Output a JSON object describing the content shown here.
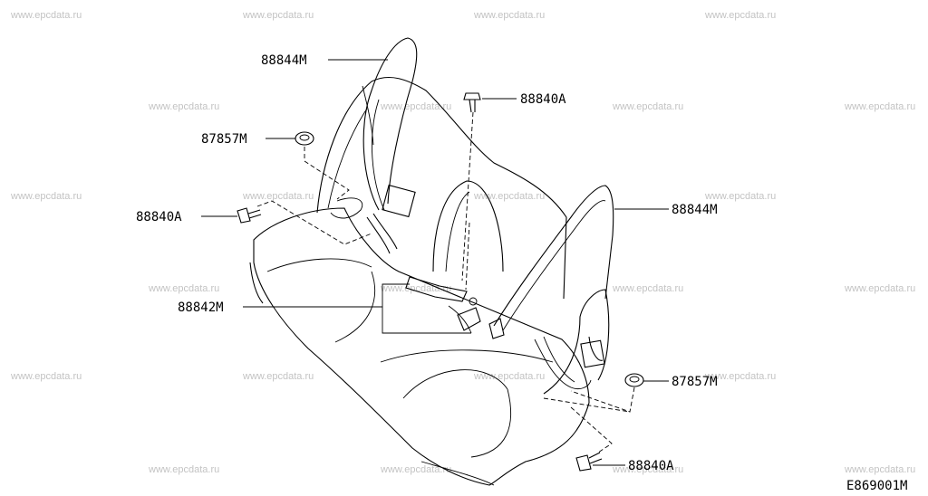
{
  "watermark": "www.epcdata.ru",
  "labels": {
    "belt_left_upper": "88844M",
    "bolt_top": "88840A",
    "nut_left": "87857M",
    "bolt_left": "88840A",
    "belt_right": "88844M",
    "buckle_center": "88842M",
    "nut_right": "87857M",
    "bolt_bottom": "88840A"
  },
  "diagram_code": "E869001M"
}
